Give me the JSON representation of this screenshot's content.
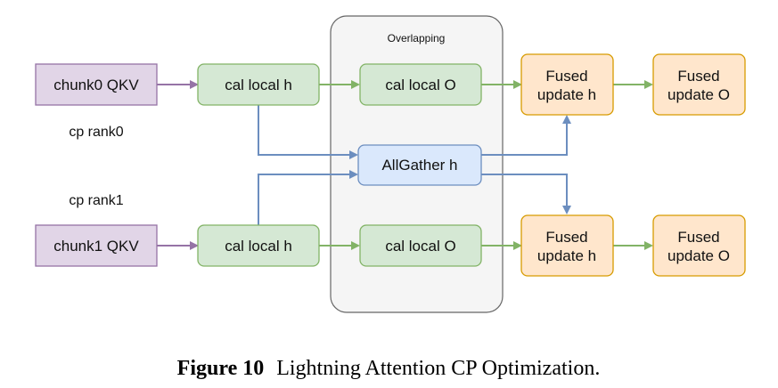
{
  "group": {
    "label": "Overlapping"
  },
  "ranks": {
    "rank0": "cp rank0",
    "rank1": "cp rank1"
  },
  "nodes": {
    "chunk0": "chunk0 QKV",
    "chunk1": "chunk1 QKV",
    "cal_h_0": "cal local h",
    "cal_h_1": "cal local h",
    "cal_o_0": "cal local O",
    "cal_o_1": "cal local O",
    "allgather": "AllGather h",
    "fused_h_0": [
      "Fused",
      "update h"
    ],
    "fused_o_0": [
      "Fused",
      "update O"
    ],
    "fused_h_1": [
      "Fused",
      "update h"
    ],
    "fused_o_1": [
      "Fused",
      "update O"
    ]
  },
  "caption": {
    "label": "Figure 10",
    "text": "Lightning Attention CP Optimization."
  },
  "colors": {
    "purple_fill": "#e1d5e7",
    "purple_stroke": "#9673a6",
    "green_fill": "#d5e8d4",
    "green_stroke": "#82b366",
    "blue_fill": "#dae8fc",
    "blue_stroke": "#6c8ebf",
    "orange_fill": "#ffe6cc",
    "orange_stroke": "#d79b00",
    "group_fill": "#f5f5f5",
    "group_stroke": "#666666"
  }
}
